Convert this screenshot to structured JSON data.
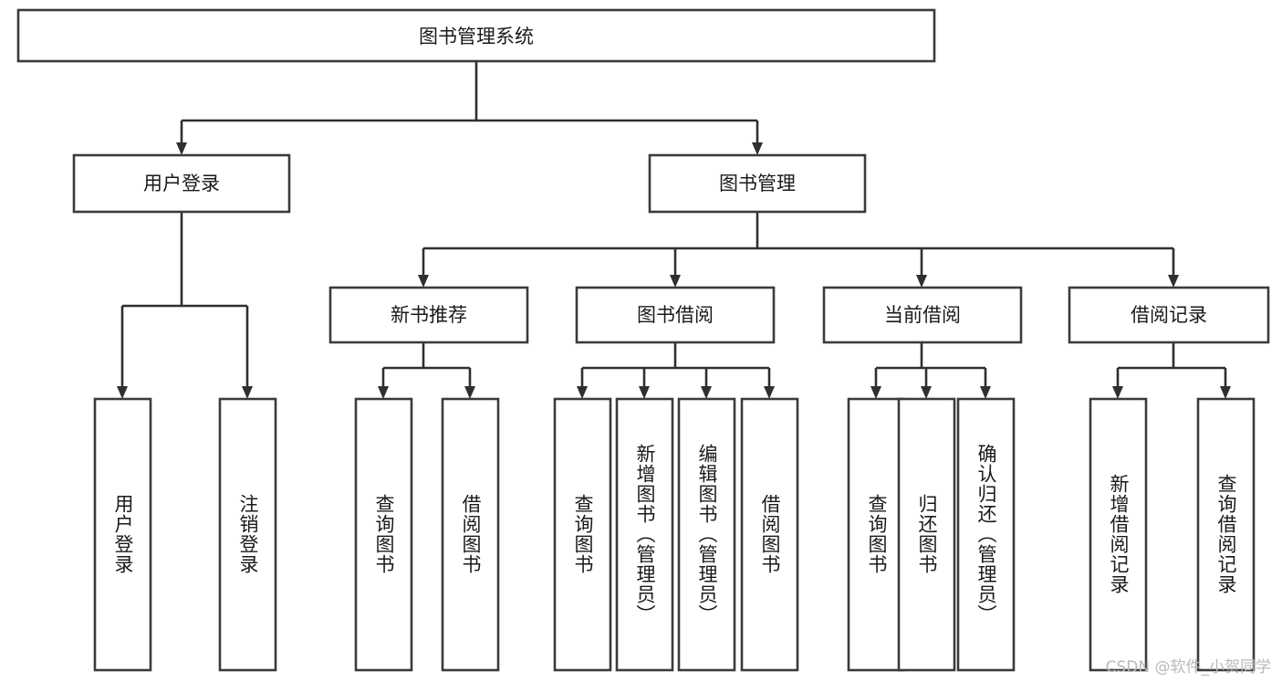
{
  "diagram": {
    "title_node": {
      "label": "图书管理系统"
    },
    "level2": [
      {
        "label": "用户登录"
      },
      {
        "label": "图书管理"
      }
    ],
    "level3": [
      {
        "label": "新书推荐"
      },
      {
        "label": "图书借阅"
      },
      {
        "label": "当前借阅"
      },
      {
        "label": "借阅记录"
      }
    ],
    "leaves": {
      "user_login": [
        {
          "label": "用户登录"
        },
        {
          "label": "注销登录"
        }
      ],
      "new_book_recommend": [
        {
          "label": "查询图书"
        },
        {
          "label": "借阅图书"
        }
      ],
      "book_borrow": [
        {
          "label": "查询图书"
        },
        {
          "label": "新增图书（管理员）"
        },
        {
          "label": "编辑图书（管理员）"
        },
        {
          "label": "借阅图书"
        }
      ],
      "current_borrow": [
        {
          "label": "查询图书"
        },
        {
          "label": "归还图书"
        },
        {
          "label": "确认归还（管理员）"
        }
      ],
      "borrow_record": [
        {
          "label": "新增借阅记录"
        },
        {
          "label": "查询借阅记录"
        }
      ]
    }
  },
  "watermark": {
    "text": "CSDN @软件_小贺同学"
  },
  "colors": {
    "box_stroke": "#3b3b3b",
    "connector": "#2f2f2f",
    "text": "#1a1a1a",
    "background": "#ffffff",
    "watermark": "#b9b9b9"
  }
}
